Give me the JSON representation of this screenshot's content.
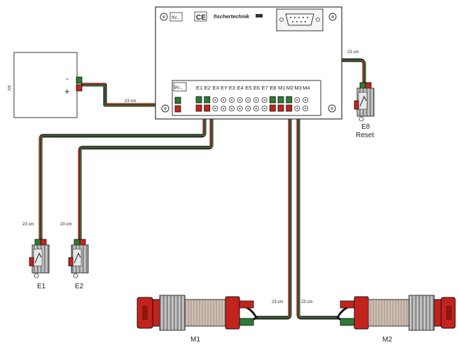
{
  "battery": {
    "side_label": "9V",
    "minus": "-",
    "plus": "+"
  },
  "interface": {
    "brand": "fischertechnik",
    "ce_mark": "CE",
    "power_label": "9V...",
    "header_voltage": "9V...",
    "terminal_labels": [
      "E1",
      "E2",
      "EX",
      "EY",
      "E3",
      "E4",
      "E5",
      "E6",
      "E7",
      "E8",
      "M1",
      "M2",
      "M3",
      "M4"
    ]
  },
  "cables": [
    {
      "id": "power",
      "length": "23 cm"
    },
    {
      "id": "e8",
      "length": "23 cm"
    },
    {
      "id": "e1",
      "length": "23 cm"
    },
    {
      "id": "e2",
      "length": "23 cm"
    },
    {
      "id": "m1",
      "length": "23 cm"
    },
    {
      "id": "m2",
      "length": "23 cm"
    }
  ],
  "switches": [
    {
      "id": "e1",
      "label": "E1"
    },
    {
      "id": "e2",
      "label": "E2"
    },
    {
      "id": "e8",
      "label": "E8",
      "sublabel": "Reset"
    }
  ],
  "motors": [
    {
      "id": "m1",
      "label": "M1"
    },
    {
      "id": "m2",
      "label": "M2"
    }
  ],
  "colors": {
    "wire_red": "#c0281e",
    "wire_green": "#2d7a36",
    "plug_red": "#c4231d",
    "gear_red": "#c4231d"
  }
}
